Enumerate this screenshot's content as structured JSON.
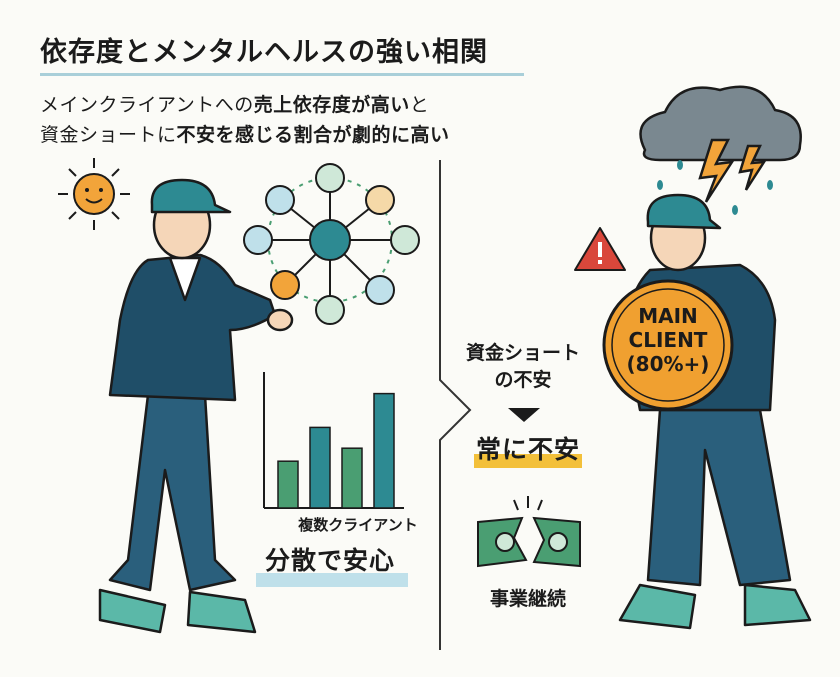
{
  "header": {
    "title": "依存度とメンタルヘルスの強い相関",
    "subtitle_line1_normal": "メインクライアントへの",
    "subtitle_line1_bold": "売上依存度が高い",
    "subtitle_line1_tail": "と",
    "subtitle_line2_normal": "資金ショートに",
    "subtitle_line2_bold": "不安を感じる割合が劇的に高い"
  },
  "left_panel": {
    "chart_label": "複数クライアント",
    "tagline": "分散で安心",
    "bar_levels": [
      0.36,
      0.62,
      0.46,
      0.88
    ],
    "bar_colors": [
      "#4a9e72",
      "#2d8a92",
      "#4a9e72",
      "#2d8a92"
    ]
  },
  "center_panel": {
    "worry_line1": "資金ショート",
    "worry_line2": "の不安",
    "arrow_icon": "down-triangle-icon",
    "result": "常に不安",
    "money_caption": "事業継続"
  },
  "right_panel": {
    "coin_line1": "MAIN",
    "coin_line2": "CLIENT",
    "coin_line3": "(80%+)"
  },
  "colors": {
    "navy_jacket": "#1f4e68",
    "teal": "#2d8a92",
    "green": "#4a9e72",
    "coin_orange": "#f0a030",
    "highlight_blue": "#bfe0ea",
    "highlight_yellow": "#f3c03a",
    "warning_red": "#d9473b"
  }
}
